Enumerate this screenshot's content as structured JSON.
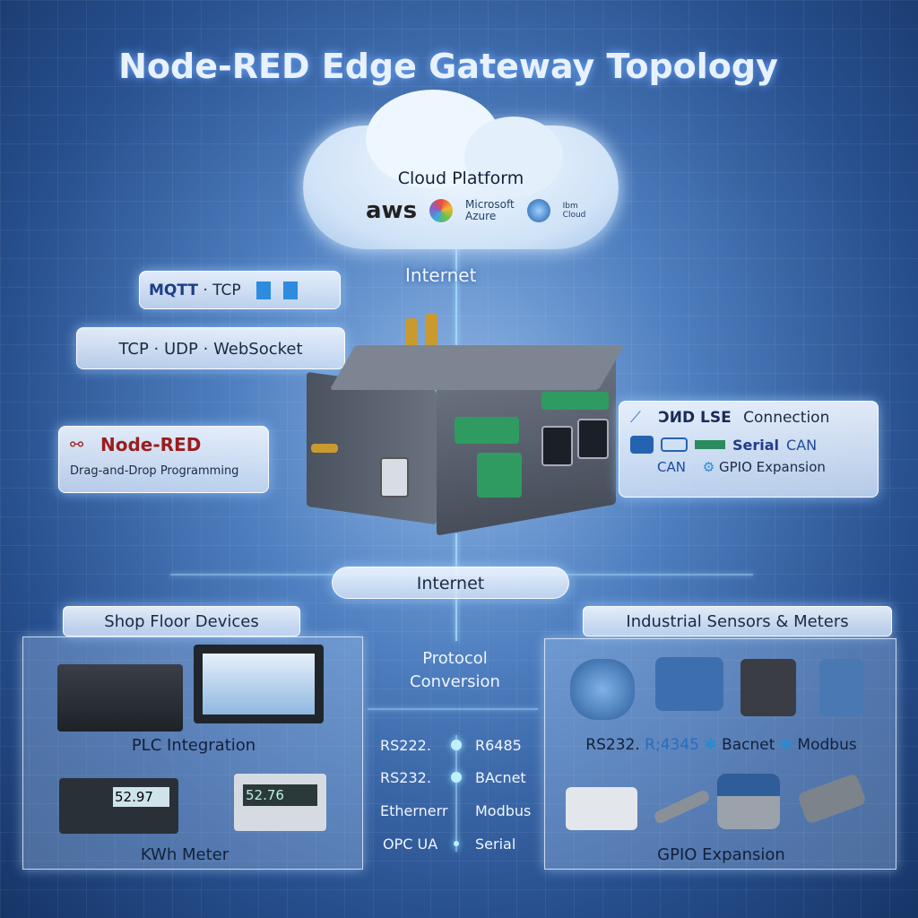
{
  "title": "Node-RED Edge Gateway Topology",
  "cloud": {
    "title": "Cloud Platform",
    "providers": [
      "aws",
      "Microsoft",
      "Azure",
      "Ibm",
      "Cloud"
    ]
  },
  "internet_top": "Internet",
  "internet_bottom": "Internet",
  "protocols_left": {
    "line1_a": "MQTT",
    "line1_b": "· TCP",
    "line2_a": "TCP",
    "line2_b": "· UDP ·",
    "line2_c": "WebSocket"
  },
  "nodered": {
    "title": "Node-RED",
    "subtitle": "Drag-and-Drop Programming"
  },
  "right_box": {
    "line1_a": "ƆИD LSE",
    "line1_b": "Connection",
    "serial": "Serial",
    "can1": "CAN",
    "can2": "CAN",
    "gpio": "GPIO Expansion"
  },
  "protocol_conversion": {
    "line1": "Protocol",
    "line2": "Conversion",
    "rows": [
      [
        "RS222.",
        "R6485"
      ],
      [
        "RS232.",
        "BAcnet"
      ],
      [
        "Ethernerr",
        "Modbus"
      ],
      [
        "OPC UA",
        "Serial"
      ]
    ]
  },
  "shop_floor": {
    "title": "Shop Floor Devices",
    "plc": "PLC Integration",
    "kwh": "KWh Meter",
    "meter1": "52.97",
    "meter2": "52.76"
  },
  "sensors": {
    "title": "Industrial Sensors & Meters",
    "protocols_a": "RS232.",
    "protocols_b": "R;4345",
    "protocols_c": "Bacnet",
    "protocols_d": "Modbus",
    "gpio": "GPIO Expansion"
  }
}
